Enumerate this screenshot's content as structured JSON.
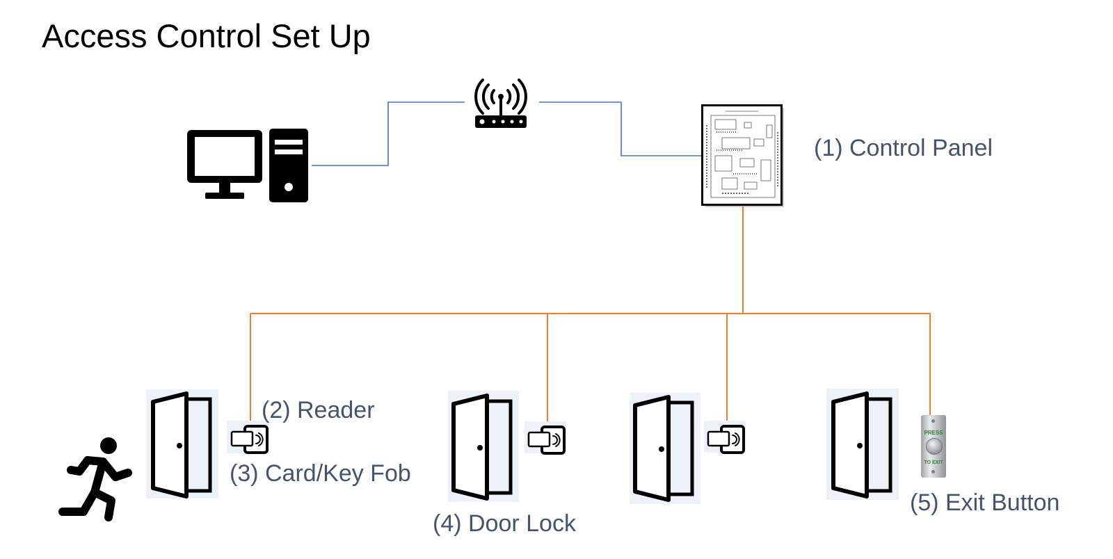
{
  "title": "Access Control Set Up",
  "labels": {
    "control_panel": "(1) Control Panel",
    "reader": "(2) Reader",
    "card_key_fob": "(3) Card/Key Fob",
    "door_lock": "(4) Door Lock",
    "exit_button": "(5) Exit Button"
  },
  "exit_button_text": {
    "top": "PRESS",
    "bottom": "TO EXIT"
  },
  "colors": {
    "network_line": "#4472c4",
    "control_line": "#ed7d31",
    "label_text": "#44546a",
    "door_background": "#edf1f9"
  },
  "icons": {
    "computer": "desktop-computer-icon",
    "router": "wifi-router-icon",
    "control_panel": "control-panel-board-icon",
    "door": "door-icon",
    "reader": "card-reader-icon",
    "person": "running-person-icon",
    "exit": "exit-button-icon"
  }
}
